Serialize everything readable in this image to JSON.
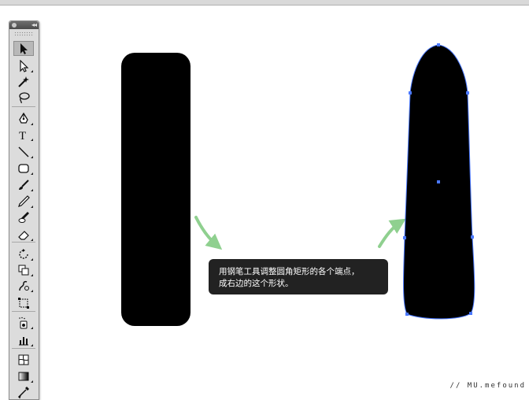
{
  "toolbox": {
    "tools": [
      {
        "icon": "selection-tool-icon",
        "active": true
      },
      {
        "icon": "direct-selection-tool-icon",
        "active": false
      },
      {
        "icon": "magic-wand-tool-icon",
        "active": false
      },
      {
        "icon": "lasso-tool-icon",
        "active": false
      },
      {
        "icon": "pen-tool-icon",
        "active": false
      },
      {
        "icon": "type-tool-icon",
        "active": false
      },
      {
        "icon": "line-segment-tool-icon",
        "active": false
      },
      {
        "icon": "rounded-rectangle-tool-icon",
        "active": false
      },
      {
        "icon": "paintbrush-tool-icon",
        "active": false
      },
      {
        "icon": "pencil-tool-icon",
        "active": false
      },
      {
        "icon": "blob-brush-tool-icon",
        "active": false
      },
      {
        "icon": "eraser-tool-icon",
        "active": false
      },
      {
        "icon": "rotate-tool-icon",
        "active": false
      },
      {
        "icon": "scale-tool-icon",
        "active": false
      },
      {
        "icon": "warp-tool-icon",
        "active": false
      },
      {
        "icon": "free-transform-tool-icon",
        "active": false
      },
      {
        "icon": "symbol-sprayer-tool-icon",
        "active": false
      },
      {
        "icon": "column-graph-tool-icon",
        "active": false
      },
      {
        "icon": "mesh-tool-icon",
        "active": false
      },
      {
        "icon": "gradient-tool-icon",
        "active": false
      },
      {
        "icon": "eyedropper-tool-icon",
        "active": false
      }
    ]
  },
  "tooltip": {
    "line1": "用钢笔工具调整圆角矩形的各个端点，",
    "line2": "成右边的这个形状。"
  },
  "watermark": "// MU.mefound",
  "colors": {
    "arrow": "#8fd08f",
    "anchor": "#4a78ff",
    "shape": "#000000",
    "tooltip_bg": "#222222"
  }
}
